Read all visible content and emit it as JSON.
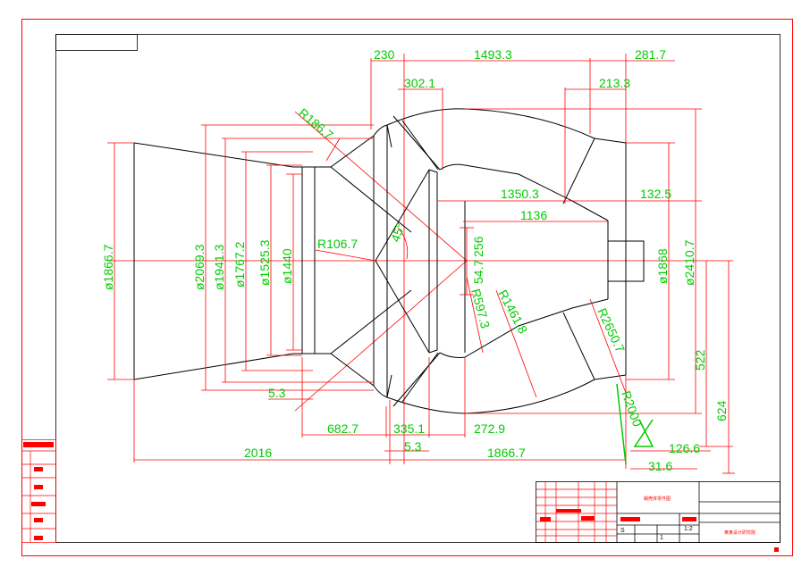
{
  "dimensions": {
    "d230": "230",
    "d1493": "1493.3",
    "d281": "281.7",
    "d302": "302.1",
    "d213": "213.3",
    "r186": "R186.7",
    "d1350": "1350.3",
    "d132": "132.5",
    "d1136": "1136",
    "dia1866_left": "ø1866.7",
    "dia2069": "ø2069.3",
    "dia1941": "ø1941.3",
    "dia1767": "ø1767.2",
    "dia1525": "ø1525.3",
    "dia1440": "ø1440",
    "r106": "R106.7",
    "ang45": "45°",
    "d256": "256",
    "d54": "54.7",
    "r597": "R597.3",
    "r1461": "R1461.8",
    "r2650": "R2650.7",
    "dia1868": "ø1868",
    "dia2410": "ø2410.7",
    "d522": "522",
    "d624": "624",
    "r2000": "R2000",
    "d126": "126.6",
    "d31": "31.6",
    "d5_3a": "5.3",
    "d682": "682.7",
    "d335": "335.1",
    "d272": "272.9",
    "d5_3b": "5.3",
    "d2016": "2016",
    "d1866b": "1866.7"
  },
  "title_block": {
    "drawing_title": "蜗壳体零件图",
    "company": "某某设计研究院",
    "scale": "1:2",
    "sheet": "1",
    "sheet_letter": "S"
  },
  "colors": {
    "frame": "#ff0000",
    "geometry": "#000000",
    "dimension_text": "#00cc00",
    "background": "#ffffff"
  }
}
